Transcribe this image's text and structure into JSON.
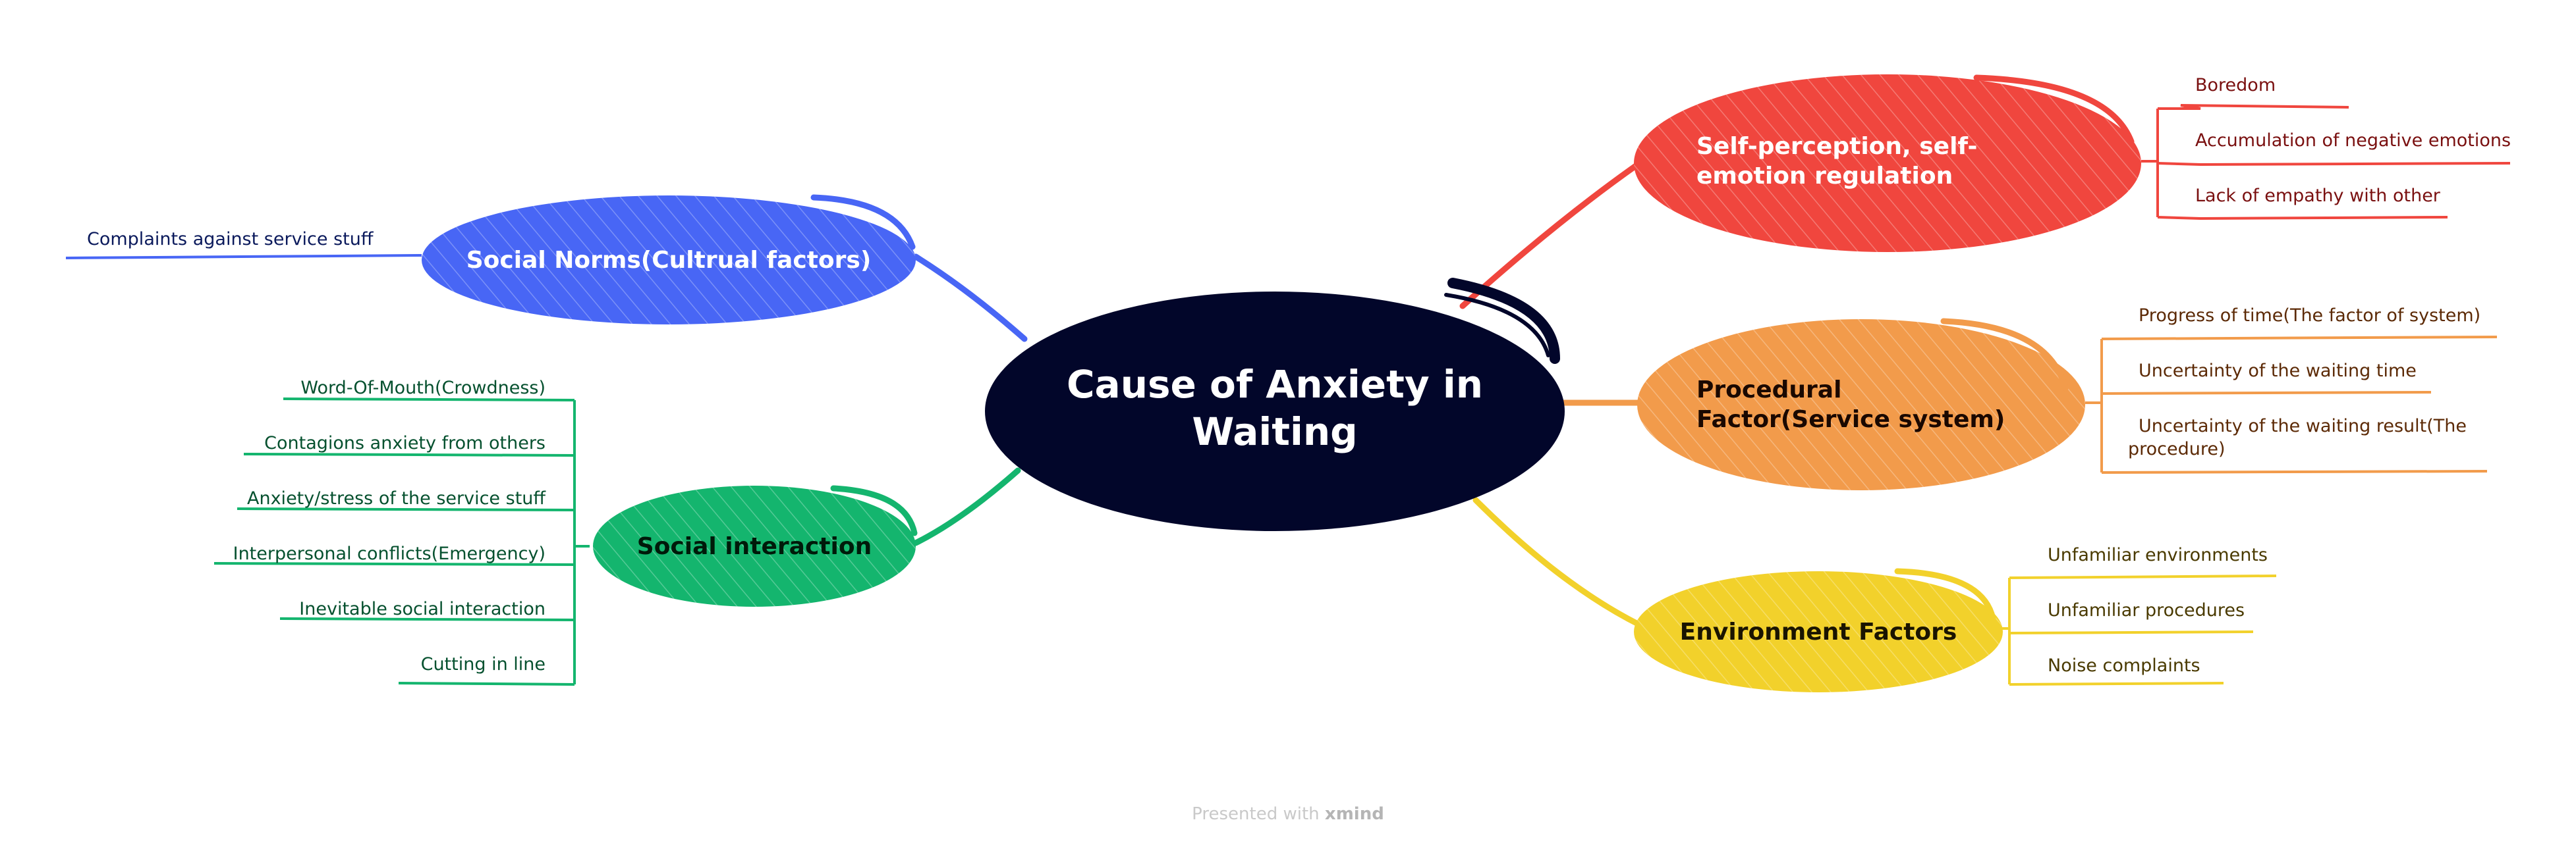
{
  "central": {
    "label": "Cause of Anxiety in Waiting",
    "color": "#02062a"
  },
  "branches": {
    "self_perception": {
      "label": "Self-perception, self-emotion regulation",
      "color": "#f0463e",
      "leaf_color": "#7a1010",
      "leaves": [
        "Boredom",
        "Accumulation of negative emotions",
        "Lack of empathy with other"
      ]
    },
    "procedural": {
      "label": "Procedural Factor(Service system)",
      "color": "#f29b4b",
      "leaf_color": "#5c2a06",
      "leaves": [
        "Progress of time(The factor of system)",
        "Uncertainty of the waiting time",
        "Uncertainty of the waiting result(The procedure)"
      ]
    },
    "environment": {
      "label": "Environment Factors",
      "color": "#f2d12b",
      "leaf_color": "#4a3a00",
      "leaves": [
        "Unfamiliar environments",
        "Unfamiliar procedures",
        "Noise complaints"
      ]
    },
    "social_norms": {
      "label": "Social Norms(Cultrual factors)",
      "color": "#4866f5",
      "leaf_color": "#0b1a5c",
      "leaves": [
        "Complaints against service stuff"
      ]
    },
    "social_interaction": {
      "label": "Social interaction",
      "color": "#14b56e",
      "leaf_color": "#06512f",
      "leaves": [
        "Word-Of-Mouth(Crowdness)",
        "Contagions anxiety from others",
        "Anxiety/stress of the service stuff",
        "Interpersonal conflicts(Emergency)",
        "Inevitable social interaction",
        "Cutting in line"
      ]
    }
  },
  "watermark": {
    "prefix": "Presented with",
    "brand": "xmind"
  }
}
